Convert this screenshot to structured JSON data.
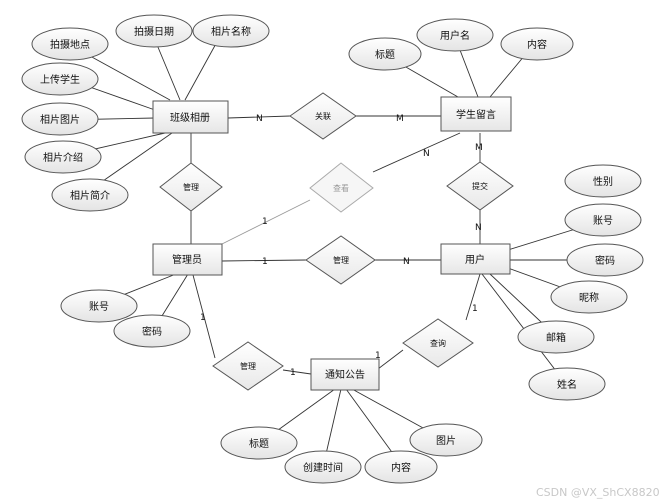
{
  "diagram": {
    "entities": [
      {
        "id": "class-album",
        "label": "班级相册"
      },
      {
        "id": "student-message",
        "label": "学生留言"
      },
      {
        "id": "admin",
        "label": "管理员"
      },
      {
        "id": "user",
        "label": "用户"
      },
      {
        "id": "notice",
        "label": "通知公告"
      }
    ],
    "attributes": [
      {
        "id": "shoot-location",
        "label": "拍摄地点"
      },
      {
        "id": "shoot-date",
        "label": "拍摄日期"
      },
      {
        "id": "photo-name",
        "label": "相片名称"
      },
      {
        "id": "upload-student",
        "label": "上传学生"
      },
      {
        "id": "photo-image",
        "label": "相片图片"
      },
      {
        "id": "photo-intro",
        "label": "相片介绍"
      },
      {
        "id": "photo-brief",
        "label": "相片简介"
      },
      {
        "id": "msg-title",
        "label": "标题"
      },
      {
        "id": "msg-username",
        "label": "用户名"
      },
      {
        "id": "msg-content",
        "label": "内容"
      },
      {
        "id": "user-gender",
        "label": "性别"
      },
      {
        "id": "user-account",
        "label": "账号"
      },
      {
        "id": "user-password",
        "label": "密码"
      },
      {
        "id": "user-nickname",
        "label": "昵称"
      },
      {
        "id": "user-email",
        "label": "邮箱"
      },
      {
        "id": "user-name",
        "label": "姓名"
      },
      {
        "id": "admin-account",
        "label": "账号"
      },
      {
        "id": "admin-password",
        "label": "密码"
      },
      {
        "id": "notice-title",
        "label": "标题"
      },
      {
        "id": "notice-created",
        "label": "创建时间"
      },
      {
        "id": "notice-content",
        "label": "内容"
      },
      {
        "id": "notice-image",
        "label": "图片"
      }
    ],
    "relationships": [
      {
        "id": "rel-link",
        "label": "关联"
      },
      {
        "id": "rel-manage-album",
        "label": "管理"
      },
      {
        "id": "rel-view",
        "label": "查看"
      },
      {
        "id": "rel-submit",
        "label": "提交"
      },
      {
        "id": "rel-manage-user",
        "label": "管理"
      },
      {
        "id": "rel-manage-notice",
        "label": "管理"
      },
      {
        "id": "rel-browse",
        "label": "查询"
      }
    ],
    "cardinalities": [
      {
        "id": "c-link-n",
        "label": "N"
      },
      {
        "id": "c-link-m",
        "label": "M"
      },
      {
        "id": "c-view-1",
        "label": "1"
      },
      {
        "id": "c-view-n",
        "label": "N"
      },
      {
        "id": "c-submit-m",
        "label": "M"
      },
      {
        "id": "c-submit-n",
        "label": "N"
      },
      {
        "id": "c-manage-1",
        "label": "1"
      },
      {
        "id": "c-manage-n",
        "label": "N"
      },
      {
        "id": "c-notice-admin",
        "label": "1"
      },
      {
        "id": "c-notice-1",
        "label": "1"
      },
      {
        "id": "c-browse-user",
        "label": "1"
      },
      {
        "id": "c-browse-notice",
        "label": "1"
      }
    ]
  },
  "watermark": "CSDN @VX_ShCX8820"
}
